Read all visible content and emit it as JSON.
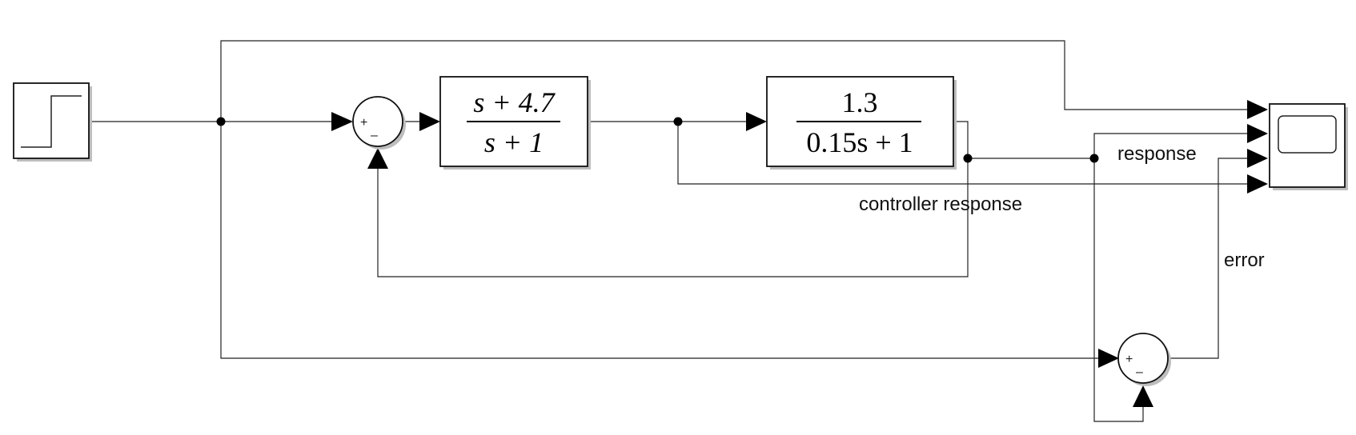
{
  "blocks": {
    "controller": {
      "numerator": "s + 4.7",
      "denominator": "s + 1"
    },
    "plant": {
      "numerator": "1.3",
      "denominator": "0.15s + 1"
    },
    "sum_main": {
      "plus": "+",
      "minus": "–"
    },
    "sum_error": {
      "plus": "+",
      "minus": "–"
    }
  },
  "signal_labels": {
    "response": "response",
    "controller_response": "controller response",
    "error": "error"
  }
}
